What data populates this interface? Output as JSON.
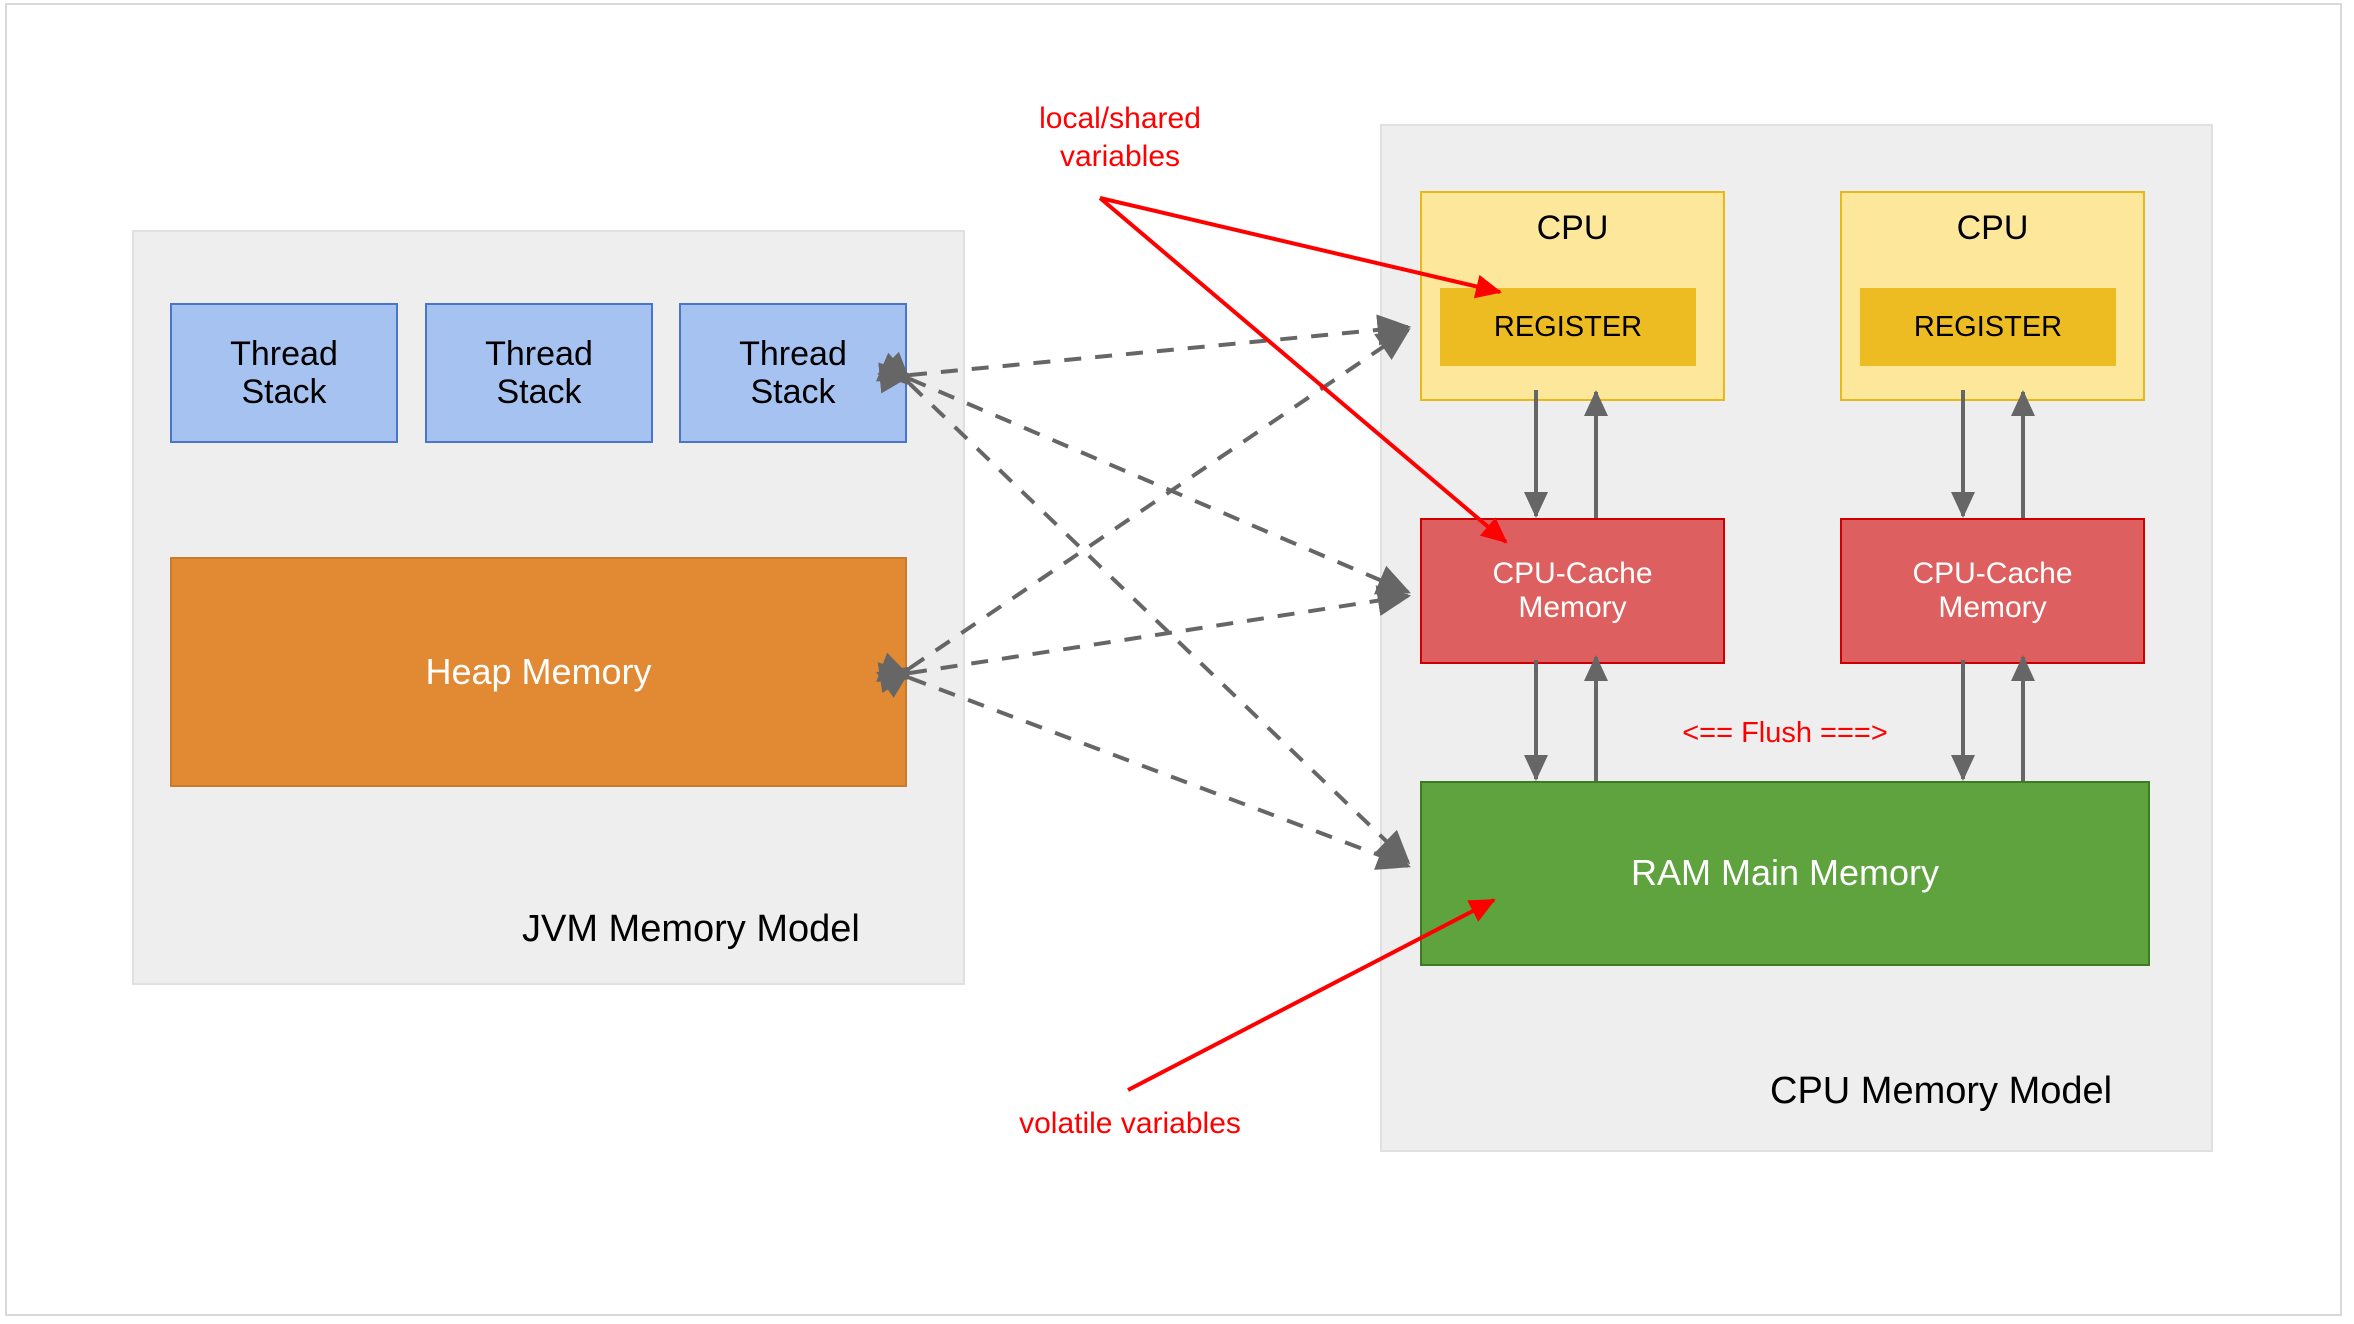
{
  "diagram": {
    "title_hidden": "",
    "panels": [
      {
        "id": "jvm",
        "label": "JVM Memory Model"
      },
      {
        "id": "cpu",
        "label": "CPU Memory Model"
      }
    ],
    "jvm": {
      "label": "JVM Memory Model",
      "thread_stacks": [
        {
          "label": "Thread\nStack"
        },
        {
          "label": "Thread\nStack"
        },
        {
          "label": "Thread\nStack"
        }
      ],
      "heap": {
        "label": "Heap Memory"
      }
    },
    "cpu": {
      "label": "CPU Memory Model",
      "cores": [
        {
          "cpu_label": "CPU",
          "register_label": "REGISTER",
          "cache_label": "CPU-Cache\nMemory"
        },
        {
          "cpu_label": "CPU",
          "register_label": "REGISTER",
          "cache_label": "CPU-Cache\nMemory"
        }
      ],
      "ram": {
        "label": "RAM Main Memory"
      }
    },
    "annotations": [
      {
        "id": "local-shared",
        "text": "local/shared\nvariables",
        "color": "#ff0000"
      },
      {
        "id": "volatile",
        "text": "volatile variables",
        "color": "#ff0000"
      },
      {
        "id": "flush",
        "text": "<== Flush ===>",
        "color": "#ff0000"
      }
    ],
    "colors": {
      "thread_stack_fill": "#a6c2f0",
      "thread_stack_stroke": "#4a76c9",
      "heap_fill": "#e28a33",
      "heap_stroke": "#c97b2a",
      "cpu_fill": "#fce79a",
      "cpu_stroke": "#e8b818",
      "register_fill": "#edbc22",
      "cache_fill": "#dd5f5f",
      "cache_stroke": "#cc0000",
      "ram_fill": "#5fa33f",
      "ram_stroke": "#3d7a23",
      "panel_fill": "#eeeeee",
      "panel_stroke": "#e0e0e0",
      "annotation": "#ff0000",
      "connector": "#666666",
      "canvas": "#ffffff"
    }
  }
}
